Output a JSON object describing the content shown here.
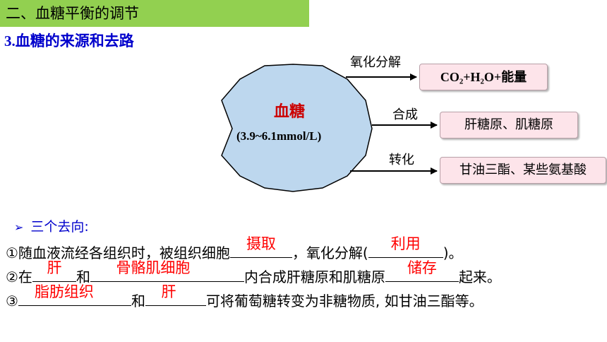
{
  "header": {
    "title": "二、血糖平衡的调节"
  },
  "subtitle": {
    "num": "3.",
    "text": "血糖的来源和去路"
  },
  "diagram": {
    "center_label": "血糖",
    "center_range": "(3.9~6.1mmol/L)",
    "branches": [
      {
        "label": "氧化分解",
        "result": "CO₂+H₂O+能量"
      },
      {
        "label": "合成",
        "result": "肝糖原、肌糖原"
      },
      {
        "label": "转化",
        "result": "甘油三酯、某些氨基酸"
      }
    ],
    "colors": {
      "header_bg": "#92d050",
      "circle_fill": "#bdd7ee",
      "box_fill": "#fde4ea",
      "answer": "#ff0000",
      "title": "#0000cc"
    }
  },
  "section": {
    "bullet_title": "三个去向:"
  },
  "lines": {
    "l1": {
      "a": "①随血液流经各组织时，被组织细胞",
      "ans1": "摄取",
      "b": "，氧化分解(",
      "ans2": "利用",
      "c": ")。"
    },
    "l2": {
      "a": "②在",
      "ans1": "肝",
      "b": "和",
      "ans2": "骨骼肌细胞",
      "c": "内合成肝糖原和肌糖原",
      "ans3": "储存",
      "d": "起来。"
    },
    "l3": {
      "a": "③",
      "ans1": "脂肪组织",
      "b": "和",
      "ans2": "肝",
      "c": "可将葡萄糖转变为非糖物质, 如甘油三酯等。"
    }
  }
}
